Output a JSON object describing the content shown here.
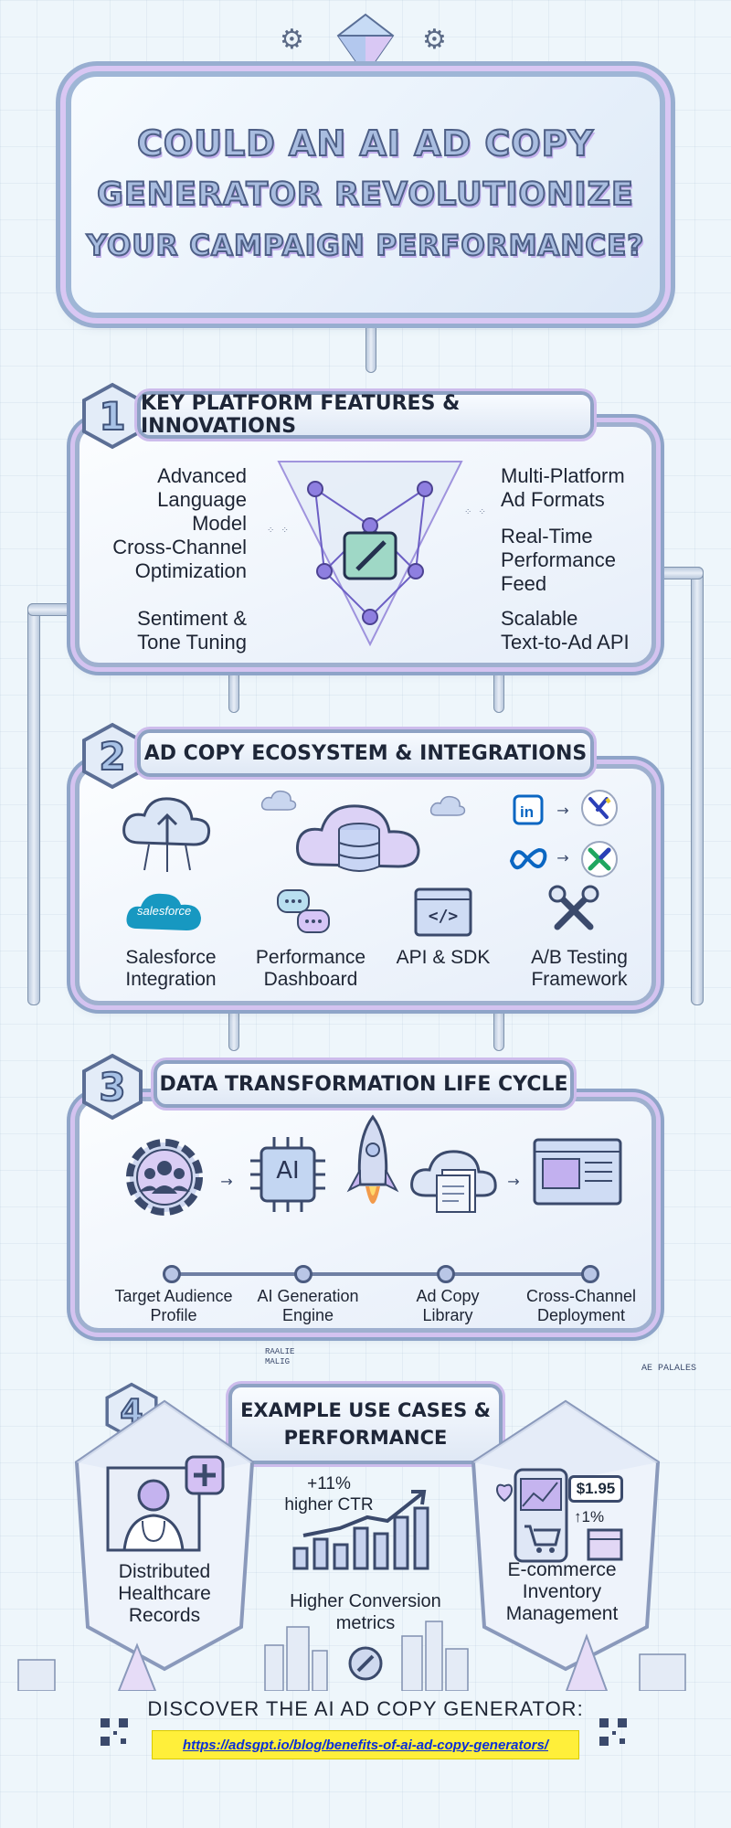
{
  "title": {
    "line1": "COULD AN AI AD COPY",
    "line2": "GENERATOR REVOLUTIONIZE",
    "line3": "YOUR CAMPAIGN PERFORMANCE?"
  },
  "sections": [
    {
      "number": "1",
      "heading": "KEY PLATFORM FEATURES & INNOVATIONS",
      "left_features": [
        {
          "l1": "Advanced",
          "l2": "Language Model"
        },
        {
          "l1": "Cross-Channel",
          "l2": "Optimization"
        },
        {
          "l1": "Sentiment &",
          "l2": "Tone Tuning"
        }
      ],
      "right_features": [
        {
          "l1": "Multi-Platform",
          "l2": "Ad Formats",
          "l3": ""
        },
        {
          "l1": "Real-Time",
          "l2": "Performance",
          "l3": "Feed"
        },
        {
          "l1": "Scalable",
          "l2": "Text-to-Ad API",
          "l3": ""
        }
      ]
    },
    {
      "number": "2",
      "heading": "AD COPY ECOSYSTEM & INTEGRATIONS",
      "salesforce_logo": "salesforce",
      "items": [
        {
          "l1": "Salesforce",
          "l2": "Integration"
        },
        {
          "l1": "Performance",
          "l2": "Dashboard"
        },
        {
          "l1": "API & SDK",
          "l2": ""
        },
        {
          "l1": "A/B Testing",
          "l2": "Framework"
        }
      ],
      "code_icon_text": "</>"
    },
    {
      "number": "3",
      "heading": "DATA TRANSFORMATION LIFE CYCLE",
      "ai_chip_text": "AI",
      "steps": [
        {
          "l1": "Target Audience",
          "l2": "Profile"
        },
        {
          "l1": "AI Generation",
          "l2": "Engine"
        },
        {
          "l1": "Ad Copy",
          "l2": "Library"
        },
        {
          "l1": "Cross-Channel",
          "l2": "Deployment"
        }
      ]
    },
    {
      "number": "4",
      "heading_l1": "EXAMPLE USE CASES &",
      "heading_l2": "PERFORMANCE",
      "left_case": {
        "l1": "Distributed",
        "l2": "Healthcare",
        "l3": "Records"
      },
      "center_case": {
        "stat_l1": "+11%",
        "stat_l2": "higher CTR",
        "l1": "Higher Conversion",
        "l2": "metrics"
      },
      "right_case": {
        "price": "$1.95",
        "delta": "↑1%",
        "l1": "E-commerce",
        "l2": "Inventory",
        "l3": "Management"
      }
    }
  ],
  "side_labels": {
    "left": "RAALIE MALIG",
    "right": "AE PALALES"
  },
  "footer": {
    "cta": "DISCOVER THE AI AD COPY GENERATOR:",
    "link": "https://adsgpt.io/blog/benefits-of-ai-ad-copy-generators/"
  },
  "colors": {
    "accent_purple": "#c9b4f0",
    "frame_blue": "#9fb0cf",
    "link_highlight": "#ffef3a",
    "link_text": "#0a2fd6"
  }
}
